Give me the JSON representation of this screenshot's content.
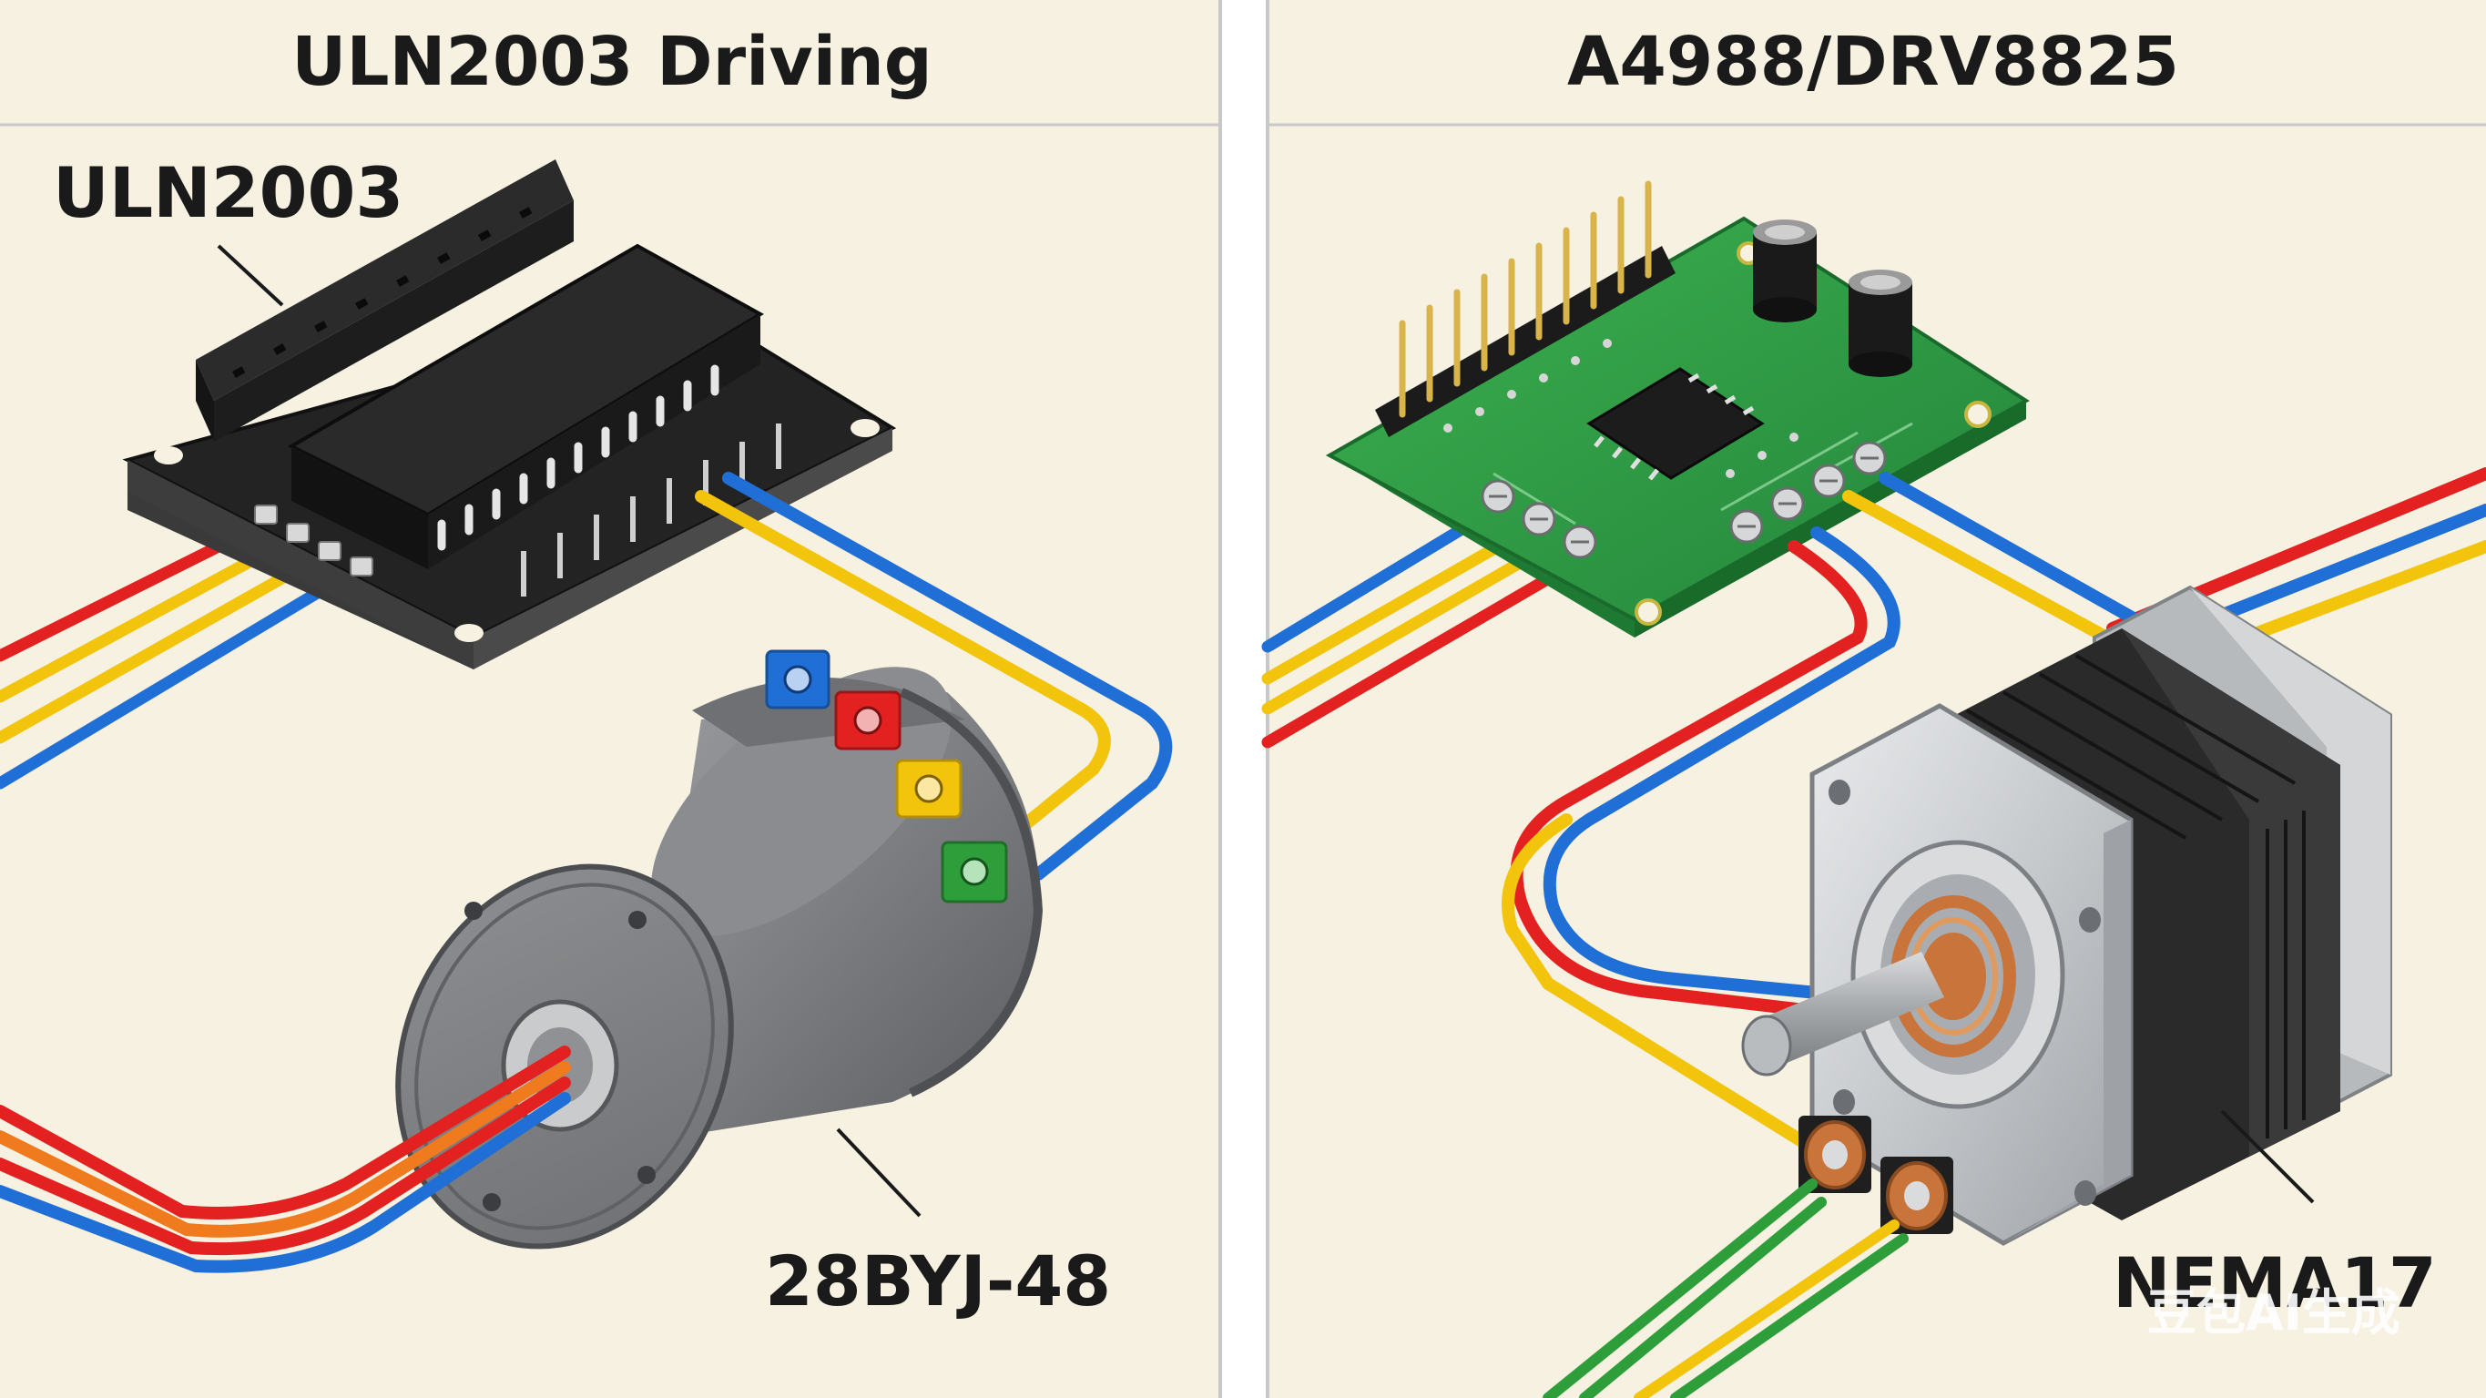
{
  "panels": [
    {
      "title": "ULN2003 Driving",
      "labels": {
        "driver": "ULN2003",
        "motor": "28BYJ-48"
      }
    },
    {
      "title": "A4988/DRV8825",
      "labels": {
        "motor": "NEMA17"
      }
    }
  ],
  "watermark": "豆包AI生成",
  "colors": {
    "background": "#f6f1e1",
    "divider": "#c8c8c8",
    "wire_red": "#e32121",
    "wire_yellow": "#f2c40c",
    "wire_blue": "#1f6fd6",
    "wire_green": "#2e9e3a",
    "pcb_green": "#2fa044",
    "board_black": "#232323",
    "motor_gray": "#7b7d80",
    "copper": "#c8743a"
  },
  "icons": [
    "uln2003-board",
    "28byj-48-motor",
    "stepper-driver-pcb",
    "nema17-motor"
  ]
}
